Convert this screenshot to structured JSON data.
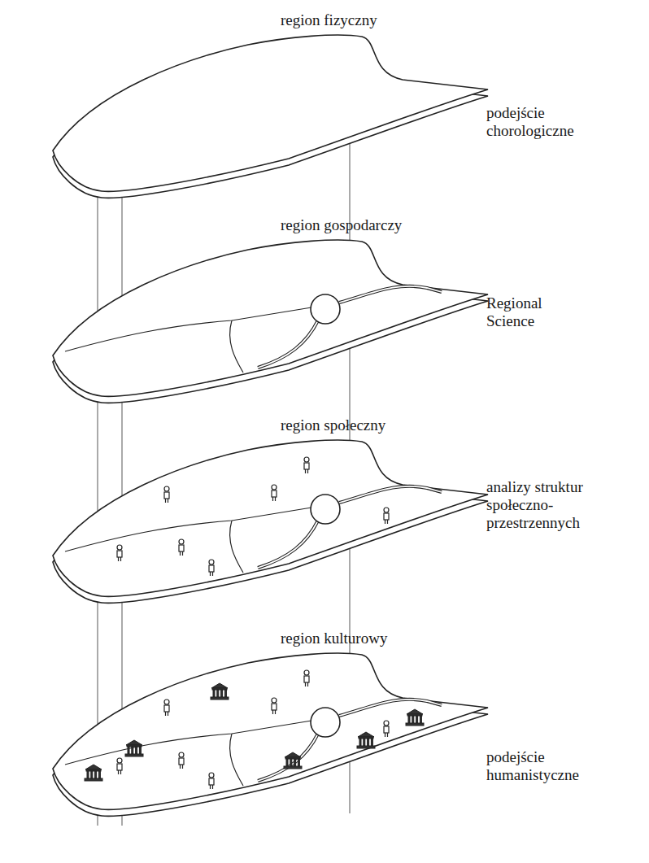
{
  "diagram": {
    "nodes": [
      {
        "text": [
          "region fizyczny"
        ]
      },
      {
        "text": [
          "region gospodarczy"
        ]
      },
      {
        "text": [
          "region społeczny"
        ]
      },
      {
        "text": [
          "region kulturowy"
        ]
      }
    ],
    "labels": [
      "podejście chorologiczne",
      "Regional Science",
      "analizy struktur społeczno-przestrzennych",
      "podejście humanistyczne"
    ]
  }
}
